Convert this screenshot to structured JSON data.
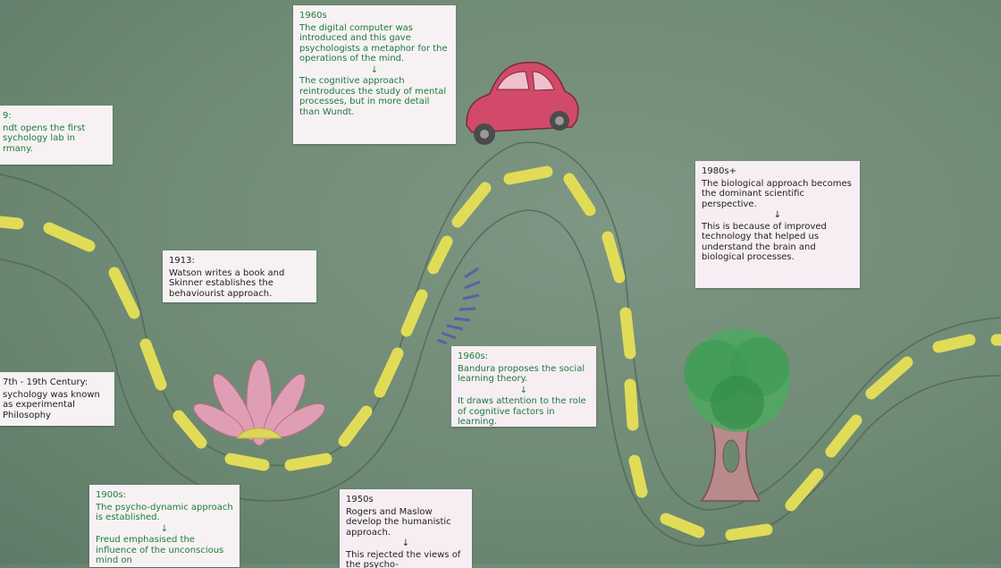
{
  "cards": {
    "c1879": {
      "title": "9:",
      "text": "ndt opens the first sychology lab in rmany."
    },
    "c1960a": {
      "title": "1960s",
      "text": "The digital computer was introduced and this gave psychologists a metaphor for the operations of the mind.",
      "arrow": "↓",
      "text2": "The cognitive approach reintroduces the study of mental processes, but in more detail than Wundt."
    },
    "c1980": {
      "title": "1980s+",
      "text": "The biological approach becomes the dominant scientific perspective.",
      "arrow": "↓",
      "text2": "This is because of improved technology that helped us understand the brain and biological processes."
    },
    "c1913": {
      "title": "1913:",
      "text": "Watson writes a book and Skinner establishes the behaviourist approach."
    },
    "c17th": {
      "title": "7th - 19th Century:",
      "text": "sychology was known as experimental Philosophy"
    },
    "c1960b": {
      "title": "1960s:",
      "text": "Bandura proposes the social learning theory.",
      "arrow": "↓",
      "text2": "It draws attention to the role of cognitive factors in learning."
    },
    "c1900": {
      "title": "1900s:",
      "text": "The psycho-dynamic approach is established.",
      "arrow": "↓",
      "text2": "Freud emphasised the influence of the unconscious mind on"
    },
    "c1950": {
      "title": "1950s",
      "text": "Rogers and Maslow develop the humanistic approach.",
      "arrow": "↓",
      "text2": "This rejected the views of the psycho-"
    }
  },
  "colors": {
    "road_dash": "#e0dc58",
    "car": "#d14a6a",
    "flower": "#e7a0b8",
    "tree_leaf": "#3f9a52",
    "tree_trunk": "#b98a8a",
    "text_green": "#1e7a3a"
  }
}
